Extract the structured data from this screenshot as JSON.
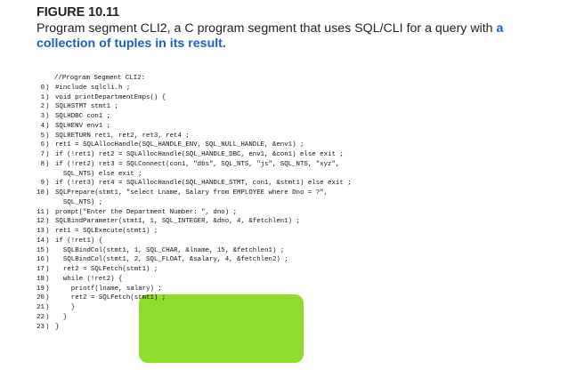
{
  "figure": {
    "label": "FIGURE 10.11",
    "caption_plain": "Program segment CLI2, a C program segment that uses SQL/CLI for a query with ",
    "caption_link_1": "a",
    "caption_link_2": "collection of tuples in its result."
  },
  "code": {
    "header": "//Program Segment CLI2:",
    "lines": [
      {
        "n": "0",
        "indent": 0,
        "text": "#include sqlcli.h ;"
      },
      {
        "n": "1",
        "indent": 0,
        "text": "void printDepartmentEmps() {"
      },
      {
        "n": "2",
        "indent": 0,
        "text": "SQLHSTMT stmt1 ;"
      },
      {
        "n": "3",
        "indent": 0,
        "text": "SQLHDBC con1 ;"
      },
      {
        "n": "4",
        "indent": 0,
        "text": "SQLHENV env1 ;"
      },
      {
        "n": "5",
        "indent": 0,
        "text": "SQLRETURN ret1, ret2, ret3, ret4 ;"
      },
      {
        "n": "6",
        "indent": 0,
        "text": "ret1 = SQLAllocHandle(SQL_HANDLE_ENV, SQL_NULL_HANDLE, &env1) ;"
      },
      {
        "n": "7",
        "indent": 0,
        "text": "if (!ret1) ret2 = SQLAllocHandle(SQL_HANDLE_DBC, env1, &con1) else exit ;"
      },
      {
        "n": "8",
        "indent": 0,
        "text": "if (!ret2) ret3 = SQLConnect(con1, \"dbs\", SQL_NTS, \"js\", SQL_NTS, \"xyz\","
      },
      {
        "n": "",
        "indent": 2,
        "text": "SQL_NTS) else exit ;"
      },
      {
        "n": "9",
        "indent": 0,
        "text": "if (!ret3) ret4 = SQLAllocHandle(SQL_HANDLE_STMT, con1, &stmt1) else exit ;"
      },
      {
        "n": "10",
        "indent": 0,
        "text": "SQLPrepare(stmt1, \"select Lname, Salary from EMPLOYEE where Dno = ?\","
      },
      {
        "n": "",
        "indent": 2,
        "text": "SQL_NTS) ;"
      },
      {
        "n": "11",
        "indent": 0,
        "text": "prompt(\"Enter the Department Number: \", dno) ;"
      },
      {
        "n": "12",
        "indent": 0,
        "text": "SQLBindParameter(stmt1, 1, SQL_INTEGER, &dno, 4, &fetchlen1) ;"
      },
      {
        "n": "13",
        "indent": 0,
        "text": "ret1 = SQLExecute(stmt1) ;"
      },
      {
        "n": "14",
        "indent": 0,
        "text": "if (!ret1) {"
      },
      {
        "n": "15",
        "indent": 2,
        "text": "SQLBindCol(stmt1, 1, SQL_CHAR, &lname, 15, &fetchlen1) ;"
      },
      {
        "n": "16",
        "indent": 2,
        "text": "SQLBindCol(stmt1, 2, SQL_FLOAT, &salary, 4, &fetchlen2) ;"
      },
      {
        "n": "17",
        "indent": 2,
        "text": "ret2 = SQLFetch(stmt1) ;"
      },
      {
        "n": "18",
        "indent": 2,
        "text": "while (!ret2) {"
      },
      {
        "n": "19",
        "indent": 4,
        "text": "printf(lname, salary) ;"
      },
      {
        "n": "20",
        "indent": 4,
        "text": "ret2 = SQLFetch(stmt1) ;"
      },
      {
        "n": "21",
        "indent": 4,
        "text": "}"
      },
      {
        "n": "22",
        "indent": 2,
        "text": "}"
      },
      {
        "n": "23",
        "indent": 0,
        "text": "}"
      }
    ]
  },
  "colors": {
    "highlight": "#8fdc2a",
    "caption_accent": "#1a5fc8"
  }
}
